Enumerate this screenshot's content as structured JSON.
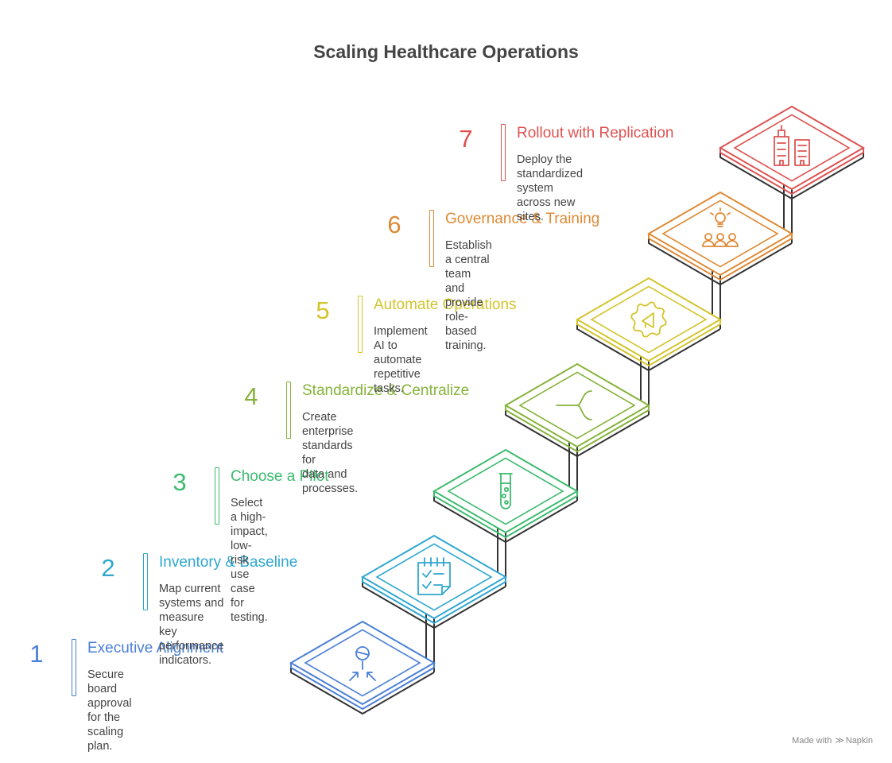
{
  "title": "Scaling Healthcare Operations",
  "steps": [
    {
      "number": "1",
      "title": "Executive Alignment",
      "description": "Secure board approval for the\nscaling plan.",
      "color": "#4a7fd6",
      "icon": "person-alignment-icon"
    },
    {
      "number": "2",
      "title": "Inventory & Baseline",
      "description": "Map current systems and measure\nkey performance indicators.",
      "color": "#2ea7cf",
      "icon": "checklist-icon"
    },
    {
      "number": "3",
      "title": "Choose a Pilot",
      "description": "Select a high-impact, low-risk use\ncase for testing.",
      "color": "#3dbb6f",
      "icon": "test-tube-icon"
    },
    {
      "number": "4",
      "title": "Standardize & Centralize",
      "description": "Create enterprise standards for\ndata and processes.",
      "color": "#86b33b",
      "icon": "branch-merge-icon"
    },
    {
      "number": "5",
      "title": "Automate Operations",
      "description": "Implement AI to automate\nrepetitive tasks.",
      "color": "#d3c42c",
      "icon": "automation-gear-icon"
    },
    {
      "number": "6",
      "title": "Governance & Training",
      "description": "Establish a central team and\nprovide role-based training.",
      "color": "#de8a35",
      "icon": "team-idea-icon"
    },
    {
      "number": "7",
      "title": "Rollout with Replication",
      "description": "Deploy the standardized system\nacross new sites.",
      "color": "#dc5352",
      "icon": "buildings-icon"
    }
  ],
  "footer": {
    "made_with": "Made with",
    "brand": "Napkin"
  }
}
